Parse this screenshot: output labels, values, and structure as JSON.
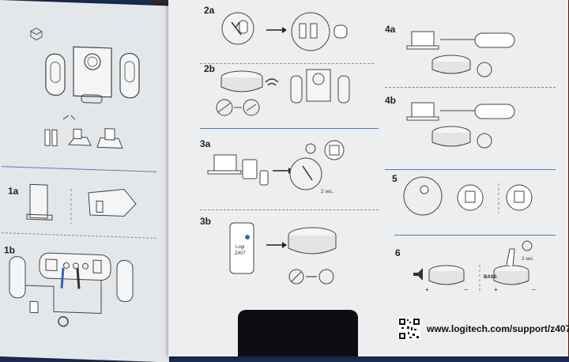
{
  "labels": {
    "l1a": "1a",
    "l1b": "1b",
    "l2a": "2a",
    "l2b": "2b",
    "l3a": "3a",
    "l3b": "3b",
    "l4a": "4a",
    "l4b": "4b",
    "l5": "5",
    "l6": "6"
  },
  "device_text": {
    "logi": "Logi",
    "model": "Z407",
    "hold_3a": "2 sec.",
    "hold_6": "2 sec.",
    "bass": "BASS",
    "plus_left": "+",
    "minus_left": "−",
    "plus_right": "+",
    "minus_right": "−"
  },
  "footer": {
    "url": "www.logitech.com/support/z407"
  },
  "colors": {
    "divider_blue": "#4f7fb9",
    "card": "#eceef0"
  }
}
